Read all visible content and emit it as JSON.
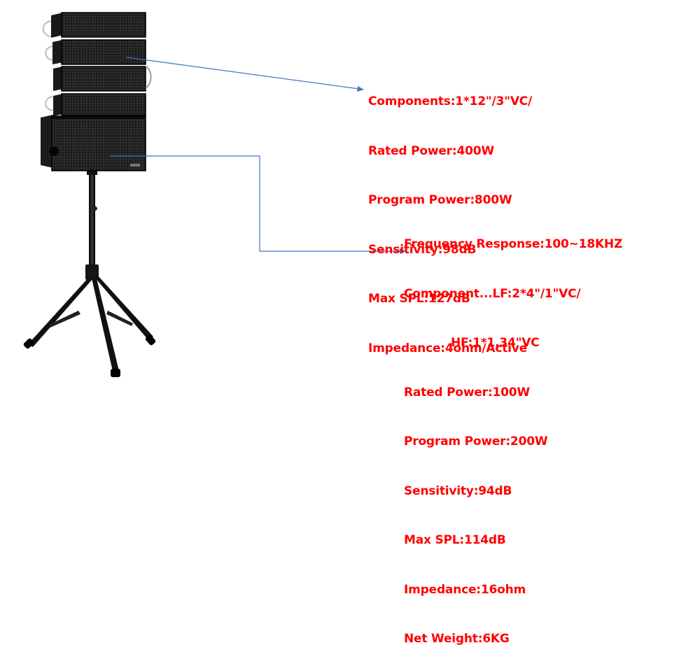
{
  "satellite_specs": [
    "Components:1*12\"/3\"VC/",
    "Rated Power:400W",
    "Program Power:800W",
    "Sensitivity:98dB",
    "Max SPL:127dB",
    "Impedance:4ohm/Active"
  ],
  "subwoofer_specs": [
    "Frequency Response:100~18KHZ",
    "Component...LF:2*4\"/1\"VC/",
    "HF:1*1.34\"VC",
    "Rated Power:100W",
    "Program Power:200W",
    "Sensitivity:94dB",
    "Max SPL:114dB",
    "Impedance:16ohm",
    "Net Weight:6KG"
  ],
  "colors": {
    "spec_text": "#ff0000",
    "callout_line": "#4472c4",
    "speaker_body": "#1a1a1a"
  }
}
